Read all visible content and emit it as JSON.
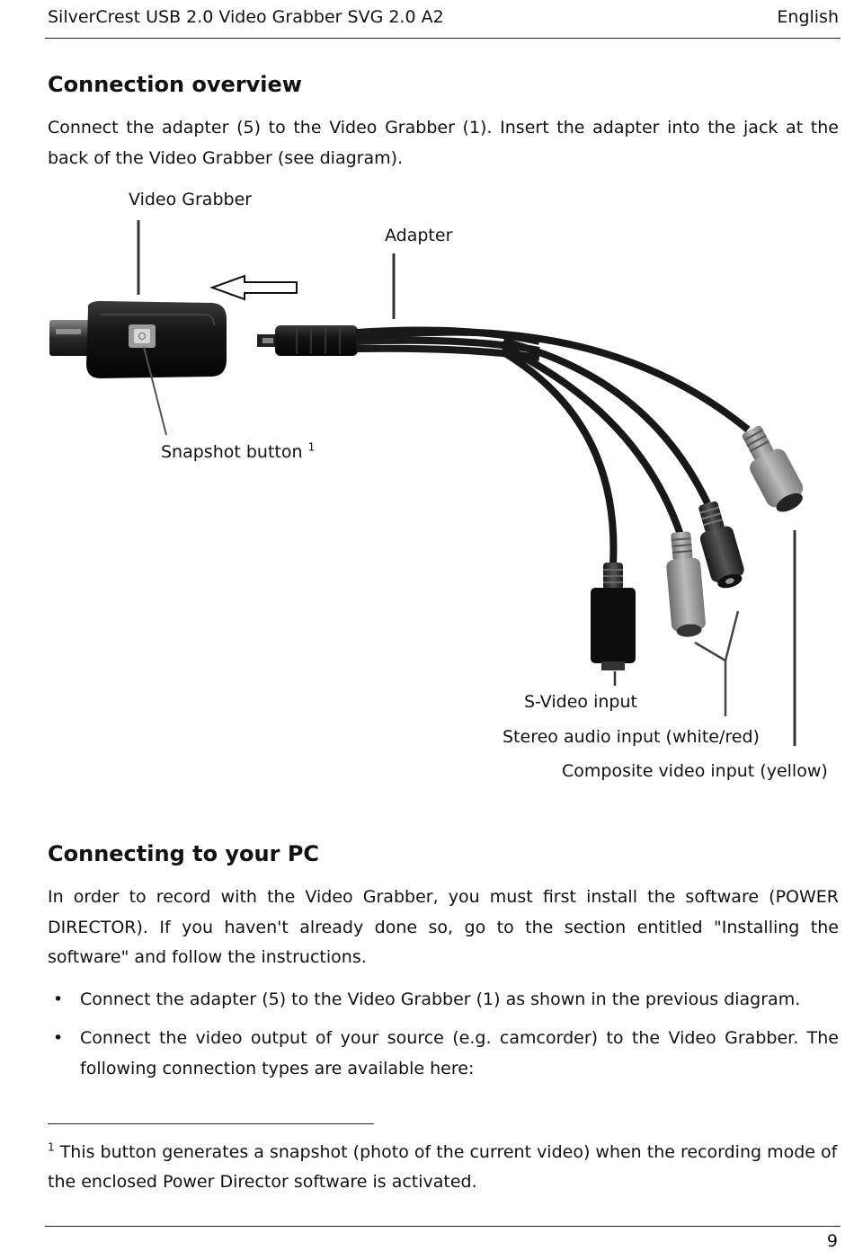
{
  "header": {
    "title": "SilverCrest USB 2.0 Video Grabber SVG 2.0 A2",
    "language": "English"
  },
  "section1": {
    "heading": "Connection overview",
    "text": "Connect the adapter (5) to the Video Grabber (1). Insert the adapter into the jack at the back of the Video Grabber (see diagram)."
  },
  "diagram": {
    "labels": {
      "video_grabber": "Video Grabber",
      "adapter": "Adapter",
      "snapshot_button": "Snapshot button",
      "snapshot_footnote_ref": "1",
      "svideo": "S-Video input",
      "stereo_audio": "Stereo audio input (white/red)",
      "composite": "Composite video input (yellow)"
    }
  },
  "section2": {
    "heading": "Connecting to your PC",
    "text": "In order to record with the Video Grabber, you must first install the software (POWER DIRECTOR). If you haven't already done so, go to the section entitled \"Installing the software\" and follow the instructions.",
    "bullets": [
      "Connect the adapter (5) to the Video Grabber (1) as shown in the previous diagram.",
      "Connect the video output of your source (e.g. camcorder) to the Video Grabber. The following connection types are available here:"
    ]
  },
  "footnote": {
    "marker": "1",
    "text": "This button generates a snapshot (photo of the current video) when the recording mode of the enclosed Power Director software is activated."
  },
  "page_number": "9"
}
